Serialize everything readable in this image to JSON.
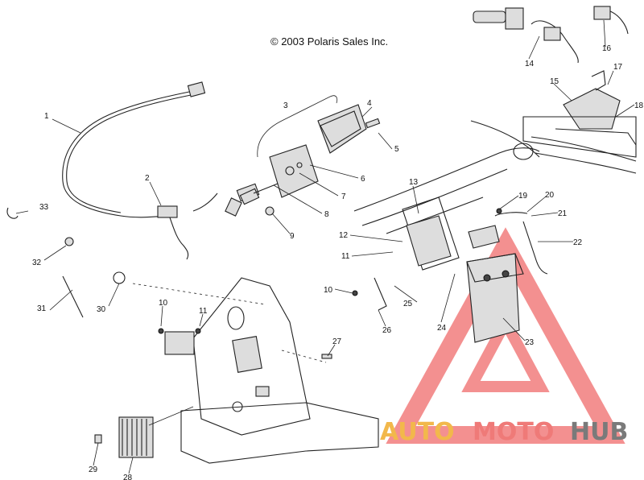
{
  "copyright": "© 2003 Polaris Sales Inc.",
  "watermark": {
    "part1": "AUTO",
    "part2": "MOTO",
    "part3": "HUB",
    "colors": {
      "auto": "#f2b84b",
      "moto": "#ef7a78",
      "hub": "#7a7a7a",
      "triangle": "#f06b6b"
    }
  },
  "callouts": {
    "c1": "1",
    "c2": "2",
    "c3": "3",
    "c4": "4",
    "c5": "5",
    "c6": "6",
    "c7": "7",
    "c8": "8",
    "c9": "9",
    "c10a": "10",
    "c10b": "10",
    "c11a": "11",
    "c11b": "11",
    "c12": "12",
    "c13": "13",
    "c14": "14",
    "c15": "15",
    "c16": "16",
    "c17": "17",
    "c18": "18",
    "c19": "19",
    "c20": "20",
    "c21": "21",
    "c22": "22",
    "c23": "23",
    "c24": "24",
    "c25": "25",
    "c26": "26",
    "c27": "27",
    "c28": "28",
    "c29": "29",
    "c30": "30",
    "c31": "31",
    "c32": "32",
    "c33": "33"
  }
}
